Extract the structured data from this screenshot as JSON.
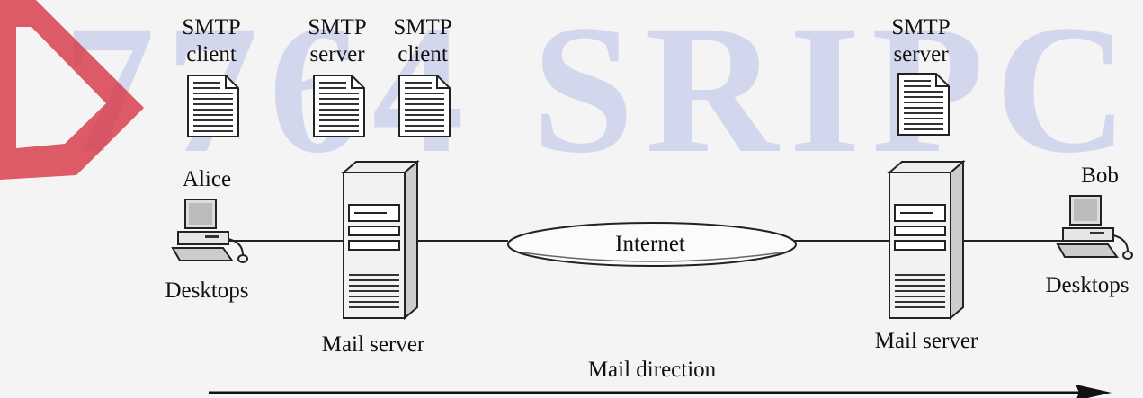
{
  "watermark": {
    "text": "7764 SRIPC"
  },
  "doc_icons": [
    {
      "top": "SMTP",
      "bottom": "client"
    },
    {
      "top": "SMTP",
      "bottom": "server"
    },
    {
      "top": "SMTP",
      "bottom": "client"
    },
    {
      "top": "SMTP",
      "bottom": "server"
    }
  ],
  "left_user": {
    "name": "Alice",
    "caption": "Desktops"
  },
  "right_user": {
    "name": "Bob",
    "caption": "Desktops"
  },
  "left_server": {
    "caption": "Mail server"
  },
  "right_server": {
    "caption": "Mail server"
  },
  "network": {
    "label": "Internet"
  },
  "arrow": {
    "label": "Mail direction"
  },
  "colors": {
    "watermark": "#c8cdec",
    "logo": "#d7404d",
    "ink": "#111111"
  }
}
